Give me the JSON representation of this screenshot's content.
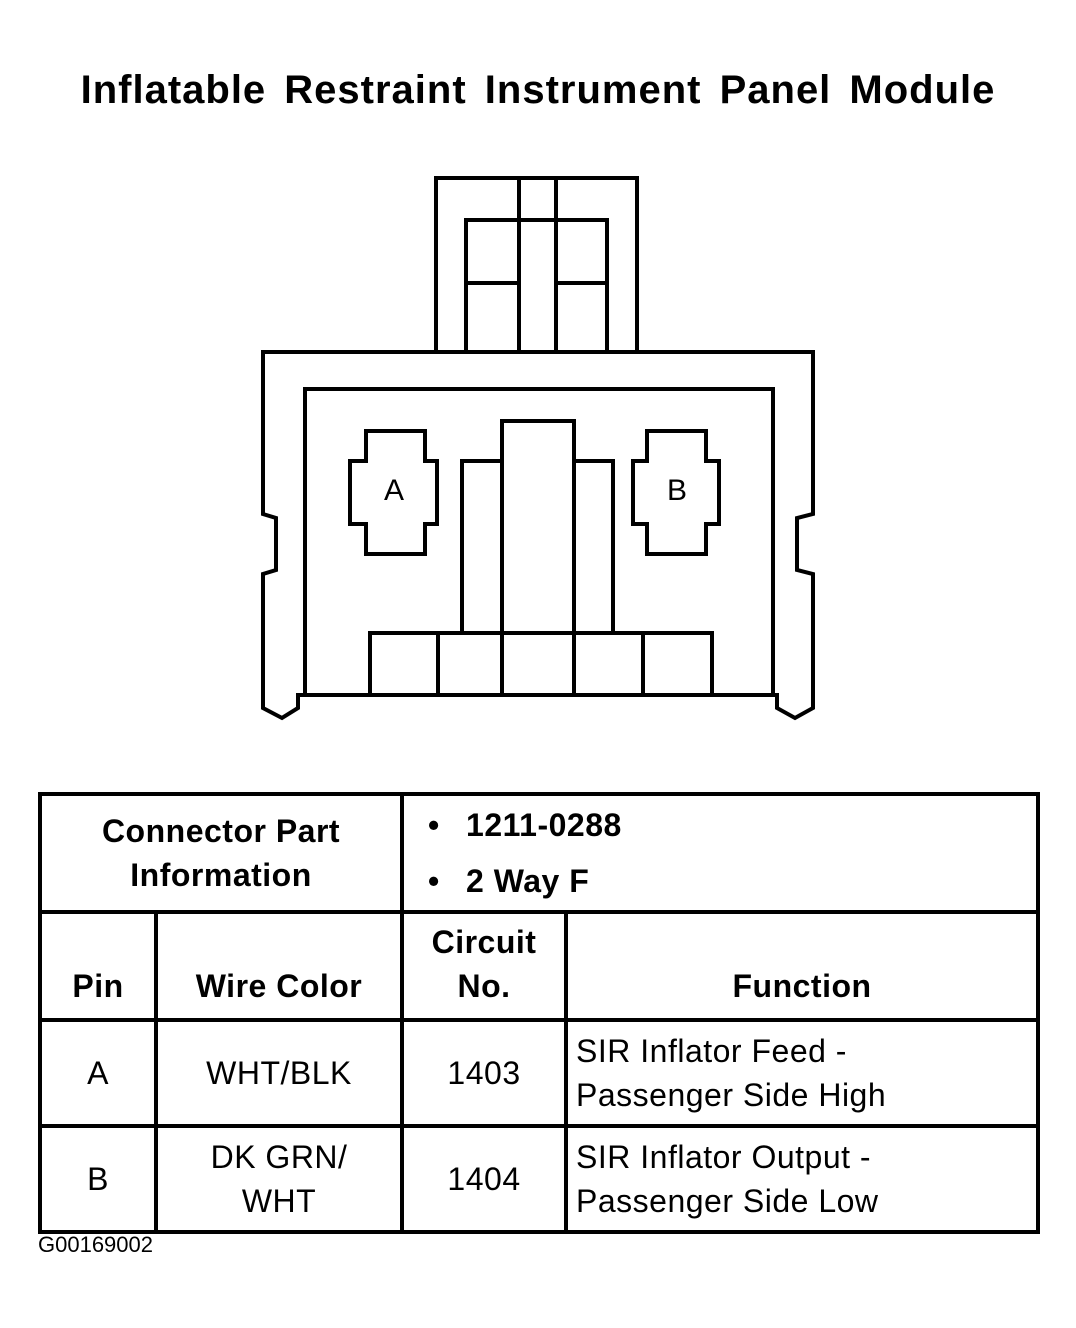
{
  "title": "Inflatable Restraint Instrument Panel Module",
  "connector": {
    "cavity_a": "A",
    "cavity_b": "B"
  },
  "part_info": {
    "label_line1": "Connector Part",
    "label_line2": "Information",
    "part_number": "1211-0288",
    "description": "2 Way F"
  },
  "columns": {
    "pin": "Pin",
    "wire_color": "Wire Color",
    "circuit_line1": "Circuit",
    "circuit_line2": "No.",
    "function": "Function"
  },
  "rows": [
    {
      "pin": "A",
      "wire_line1": "WHT/BLK",
      "wire_line2": "",
      "circuit": "1403",
      "function_line1": "SIR Inflator Feed -",
      "function_line2": "Passenger Side High"
    },
    {
      "pin": "B",
      "wire_line1": "DK GRN/",
      "wire_line2": "WHT",
      "circuit": "1404",
      "function_line1": "SIR Inflator Output -",
      "function_line2": "Passenger Side Low"
    }
  ],
  "figure_id": "G00169002"
}
